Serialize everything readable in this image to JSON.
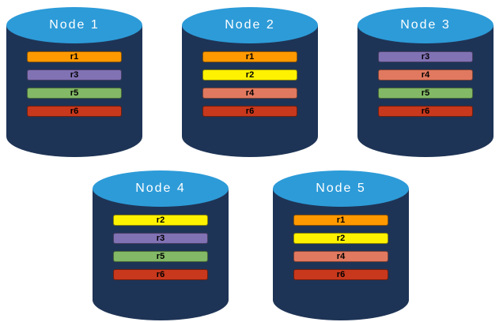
{
  "style": {
    "cylinder_body": "#1E3456",
    "cylinder_top": "#2D9BD8",
    "replica_colors": {
      "r1": "#FF9900",
      "r2": "#FFF200",
      "r3": "#8172B4",
      "r4": "#E07960",
      "r5": "#82B866",
      "r6": "#C7381D"
    }
  },
  "nodes": [
    {
      "title": "Node 1",
      "bars": [
        {
          "label": "r1",
          "color": "#FF9900"
        },
        {
          "label": "r3",
          "color": "#8172B4"
        },
        {
          "label": "r5",
          "color": "#82B866"
        },
        {
          "label": "r6",
          "color": "#C7381D"
        }
      ]
    },
    {
      "title": "Node 2",
      "bars": [
        {
          "label": "r1",
          "color": "#FF9900"
        },
        {
          "label": "r2",
          "color": "#FFF200"
        },
        {
          "label": "r4",
          "color": "#E07960"
        },
        {
          "label": "r6",
          "color": "#C7381D"
        }
      ]
    },
    {
      "title": "Node 3",
      "bars": [
        {
          "label": "r3",
          "color": "#8172B4"
        },
        {
          "label": "r4",
          "color": "#E07960"
        },
        {
          "label": "r5",
          "color": "#82B866"
        },
        {
          "label": "r6",
          "color": "#C7381D"
        }
      ]
    },
    {
      "title": "Node 4",
      "bars": [
        {
          "label": "r2",
          "color": "#FFF200"
        },
        {
          "label": "r3",
          "color": "#8172B4"
        },
        {
          "label": "r5",
          "color": "#82B866"
        },
        {
          "label": "r6",
          "color": "#C7381D"
        }
      ]
    },
    {
      "title": "Node 5",
      "bars": [
        {
          "label": "r1",
          "color": "#FF9900"
        },
        {
          "label": "r2",
          "color": "#FFF200"
        },
        {
          "label": "r4",
          "color": "#E07960"
        },
        {
          "label": "r6",
          "color": "#C7381D"
        }
      ]
    }
  ]
}
